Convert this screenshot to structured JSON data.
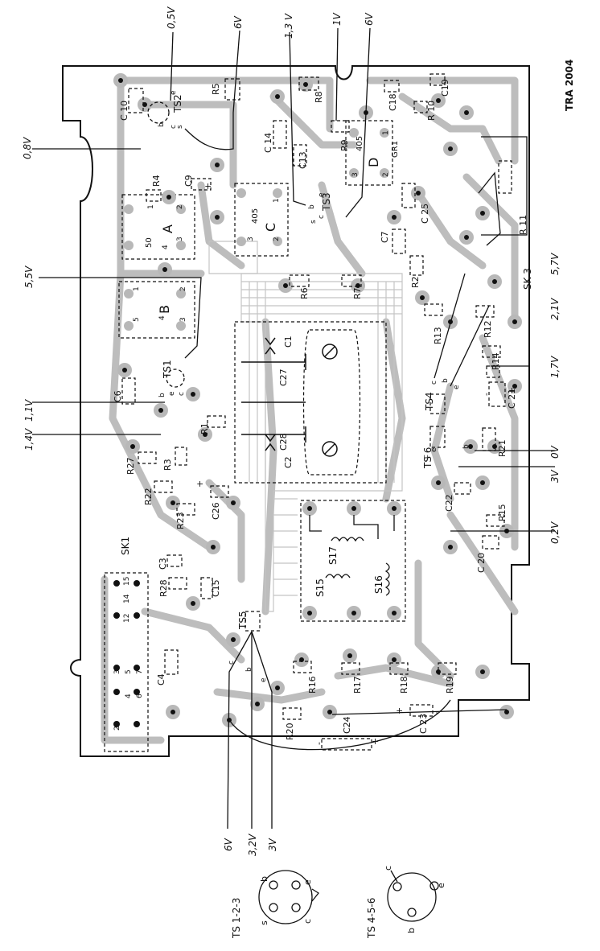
{
  "board_ref": "TRA 2004",
  "voltages": {
    "v_0_5": "0,5V",
    "v_6_top": "6V",
    "v_1_3": "1,3 V",
    "v_1": "1V",
    "v_6_top2": "6V",
    "v_0_8": "0,8V",
    "v_5_5": "5,5V",
    "v_1_1": "1,1V",
    "v_1_4": "1,4V",
    "v_5_7": "5,7V",
    "v_2_1": "2,1V",
    "v_1_7": "1,7V",
    "v_3": "3V",
    "v_0": "0V",
    "v_0_2": "0,2V",
    "v_6_bot": "6V",
    "v_3_2": "3,2V",
    "v_3_bot": "3V"
  },
  "components": {
    "C10": "C 10",
    "TS2": "TS2",
    "R5": "R5",
    "C14": "C 14",
    "R8": "R8",
    "C18": "C18",
    "C19": "C19",
    "R10": "R 10",
    "R9": "R9",
    "num405a": "405",
    "D": "D",
    "GR1": "GR1",
    "C13": "C13",
    "TS3": "TS3",
    "C9": "C9",
    "R4": "R4",
    "num405b": "405",
    "C": "C",
    "A": "A",
    "num50": "50",
    "R11": "R 11",
    "C25": "C 25",
    "C7": "C7",
    "R2": "R2",
    "SK3": "SK 3",
    "B": "B",
    "R6": "R6",
    "R7": "R7",
    "C1": "C1",
    "C27": "C27",
    "R13": "R13",
    "R12": "R12",
    "R14": "R14",
    "C6": "C6",
    "TS1": "TS1",
    "TS4": "TS4",
    "C21": "C 21",
    "R1": "R1",
    "C28": "C28",
    "C2": "C2",
    "R21": "R21",
    "TS6": "TS 6",
    "R27": "R27",
    "R3": "R3",
    "R22": "R22",
    "C26": "C26",
    "R23": "R23",
    "C22": "C22",
    "R15": "R15",
    "SK1": "SK1",
    "C3": "C3",
    "R28": "R28",
    "C15": "C15",
    "S17": "S17",
    "S16": "S16",
    "S15": "S15",
    "C20": "C 20",
    "TS5": "TS5",
    "C4": "C4",
    "R16": "R16",
    "R17": "R17",
    "R18": "R18",
    "R19": "R19",
    "R20": "R20",
    "C24": "C24",
    "C23": "C 23"
  },
  "pins": {
    "b": "b",
    "c": "c",
    "e": "e",
    "s": "s",
    "p1": "1",
    "p2": "2",
    "p3": "3",
    "p4": "4",
    "p5": "5",
    "p6": "6",
    "p7": "7",
    "p12": "12",
    "p14": "14",
    "p15": "15",
    "plus": "+",
    "minus": "-"
  },
  "pinouts": {
    "ts123": "TS 1-2-3",
    "ts456": "TS 4-5-6"
  }
}
